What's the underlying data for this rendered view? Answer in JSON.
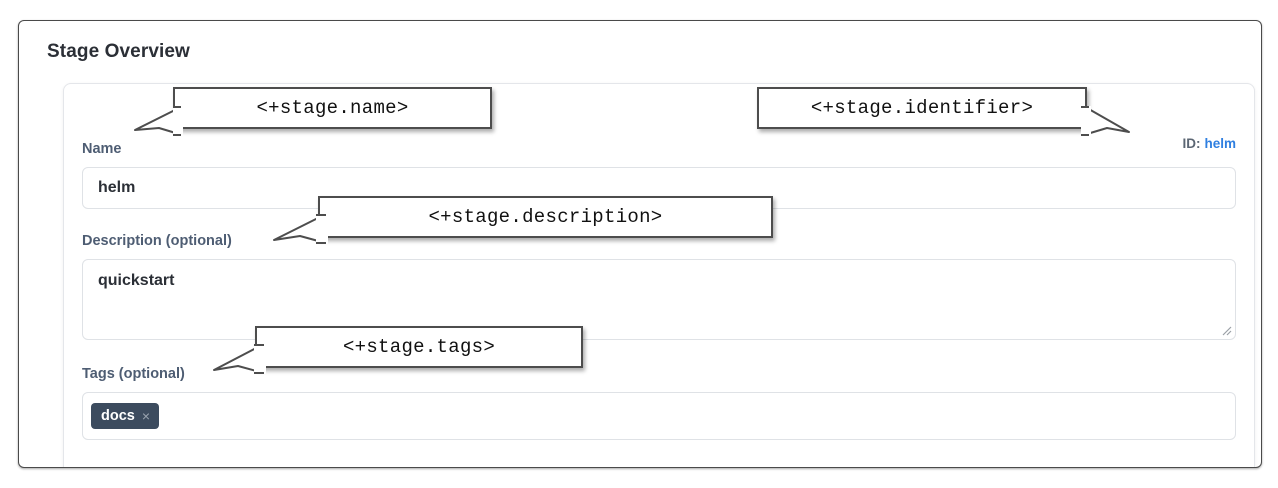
{
  "page": {
    "title": "Stage Overview"
  },
  "stage_form": {
    "id_row": {
      "label": "ID:",
      "value": "helm",
      "link_color": "#2f7fe0"
    },
    "fields": [
      {
        "key": "name",
        "label": "Name",
        "value": "helm",
        "placeholder": "",
        "control": "text-input"
      },
      {
        "key": "description",
        "label": "Description (optional)",
        "value": "quickstart",
        "placeholder": "",
        "control": "textarea"
      },
      {
        "key": "tags",
        "label": "Tags (optional)",
        "control": "tag-input",
        "tags": [
          {
            "label": "docs",
            "remove_glyph": "×"
          }
        ]
      }
    ]
  },
  "annotations": [
    {
      "key": "name",
      "text": "<+stage.name>"
    },
    {
      "key": "identifier",
      "text": "<+stage.identifier>"
    },
    {
      "key": "description",
      "text": "<+stage.description>"
    },
    {
      "key": "tags",
      "text": "<+stage.tags>"
    }
  ],
  "colors": {
    "frame_border": "#4a4a4a",
    "label_text": "#4e5d73",
    "input_border": "#dfe2e6",
    "tag_chip_bg": "#3c4b5e",
    "callout_border": "#4d4d4d",
    "heading_text": "#2b2f36"
  }
}
